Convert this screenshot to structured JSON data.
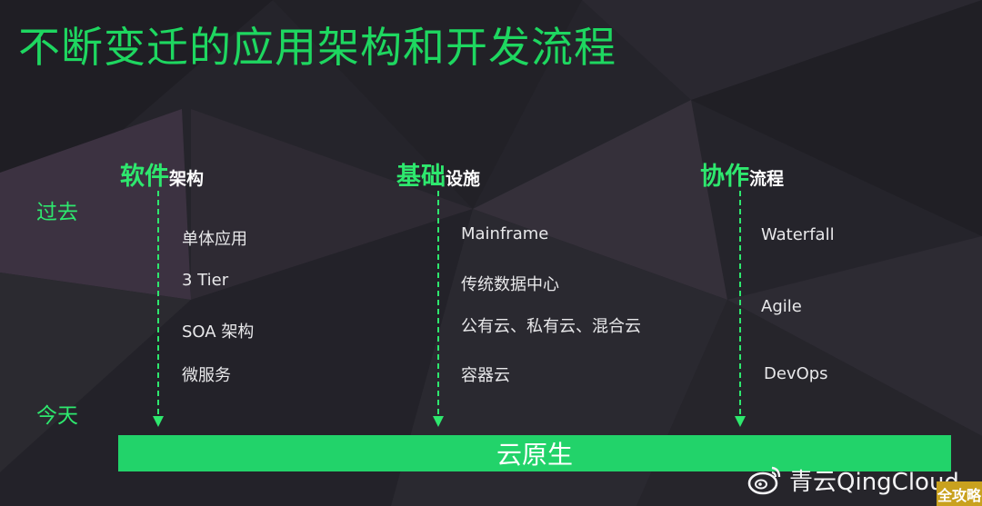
{
  "slide": {
    "title": "不断变迁的应用架构和开发流程",
    "time_labels": {
      "past": "过去",
      "today": "今天"
    },
    "columns": [
      {
        "head_main": "软件",
        "head_sub": "架构",
        "items": [
          "单体应用",
          "3 Tier",
          "SOA 架构",
          "微服务"
        ]
      },
      {
        "head_main": "基础",
        "head_sub": "设施",
        "items": [
          "Mainframe",
          "传统数据中心",
          "公有云、私有云、混合云",
          "容器云"
        ]
      },
      {
        "head_main": "协作",
        "head_sub": "流程",
        "items": [
          "Waterfall",
          "Agile",
          "DevOps"
        ]
      }
    ],
    "bottom_bar": "云原生",
    "colors": {
      "accent": "#2ee86e",
      "bar": "#22d36a",
      "background": "#25242b"
    }
  },
  "watermark": {
    "text": "青云QingCloud",
    "logo_icon": "weibo-icon"
  },
  "corner_badge": {
    "text": "全攻略"
  }
}
